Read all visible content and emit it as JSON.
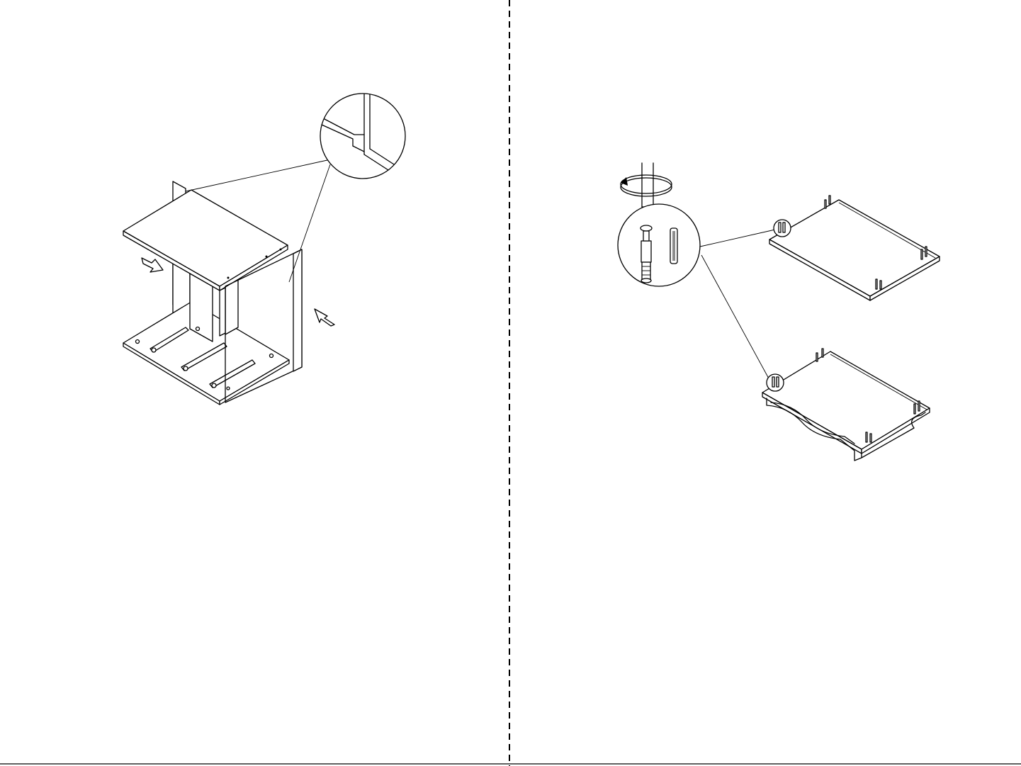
{
  "page": {
    "background": "#ffffff",
    "line_color": "#000000"
  },
  "panels": [
    {
      "name": "left-step",
      "content": "cabinet-side-assembly"
    },
    {
      "name": "right-step",
      "content": "cam-bolt-insertion"
    }
  ],
  "icons": {
    "left_detail": "magnifier-callout",
    "arrows": "push-arrow",
    "screwdriver": "screwdriver-icon",
    "rotation": "rotate-arrow-icon"
  }
}
